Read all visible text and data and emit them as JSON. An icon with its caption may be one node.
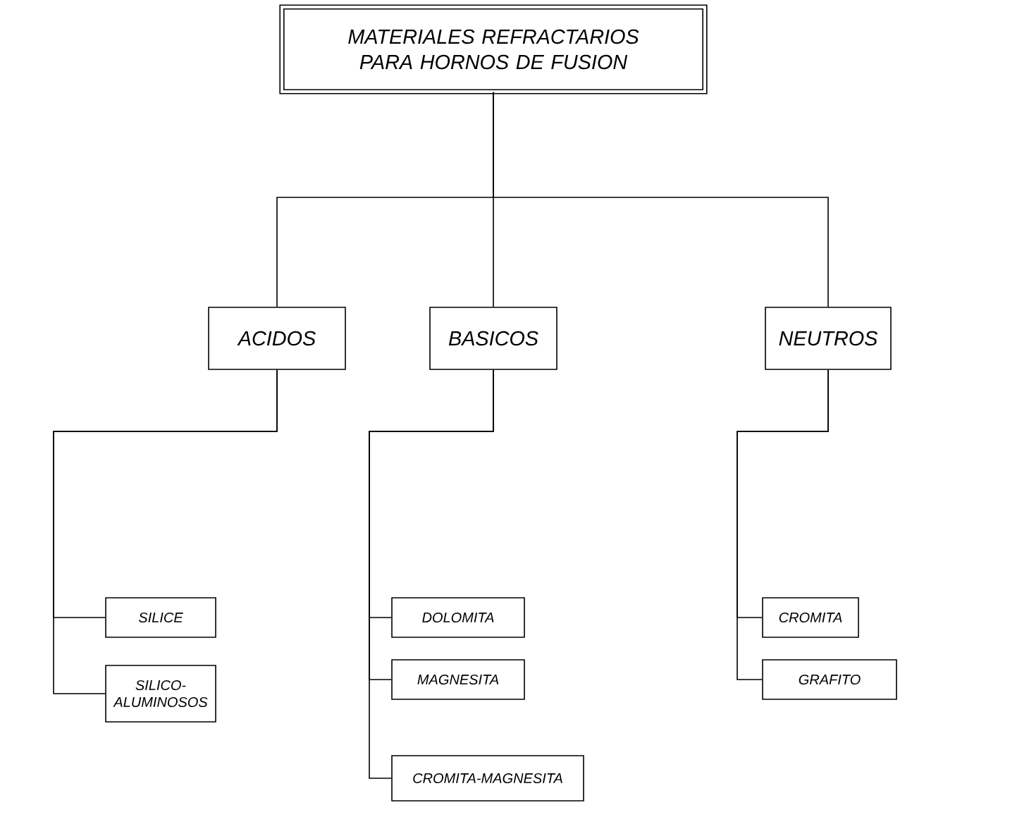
{
  "diagram": {
    "nodes": [
      {
        "text": [
          "MATERIALES REFRACTARIOS PARA HORNOS DE FUSION"
        ]
      },
      {
        "text": [
          "ACIDOS"
        ]
      },
      {
        "text": [
          "BASICOS"
        ]
      },
      {
        "text": [
          "NEUTROS"
        ]
      },
      {
        "text": [
          "SILICE"
        ]
      },
      {
        "text": [
          "SILICO-ALUMINOSOS"
        ]
      },
      {
        "text": [
          "DOLOMITA"
        ]
      },
      {
        "text": [
          "MAGNESITA"
        ]
      },
      {
        "text": [
          "CROMITA-MAGNESITA"
        ]
      },
      {
        "text": [
          "CROMITA"
        ]
      },
      {
        "text": [
          "GRAFITO"
        ]
      }
    ],
    "edges": [
      {
        "from": 0,
        "to": 1,
        "arrow": "none"
      },
      {
        "from": 0,
        "to": 2,
        "arrow": "none"
      },
      {
        "from": 0,
        "to": 3,
        "arrow": "none"
      },
      {
        "from": 1,
        "to": 4,
        "arrow": "none"
      },
      {
        "from": 1,
        "to": 5,
        "arrow": "none"
      },
      {
        "from": 2,
        "to": 6,
        "arrow": "none"
      },
      {
        "from": 2,
        "to": 7,
        "arrow": "none"
      },
      {
        "from": 2,
        "to": 8,
        "arrow": "none"
      },
      {
        "from": 3,
        "to": 9,
        "arrow": "none"
      },
      {
        "from": 3,
        "to": 10,
        "arrow": "none"
      }
    ]
  }
}
